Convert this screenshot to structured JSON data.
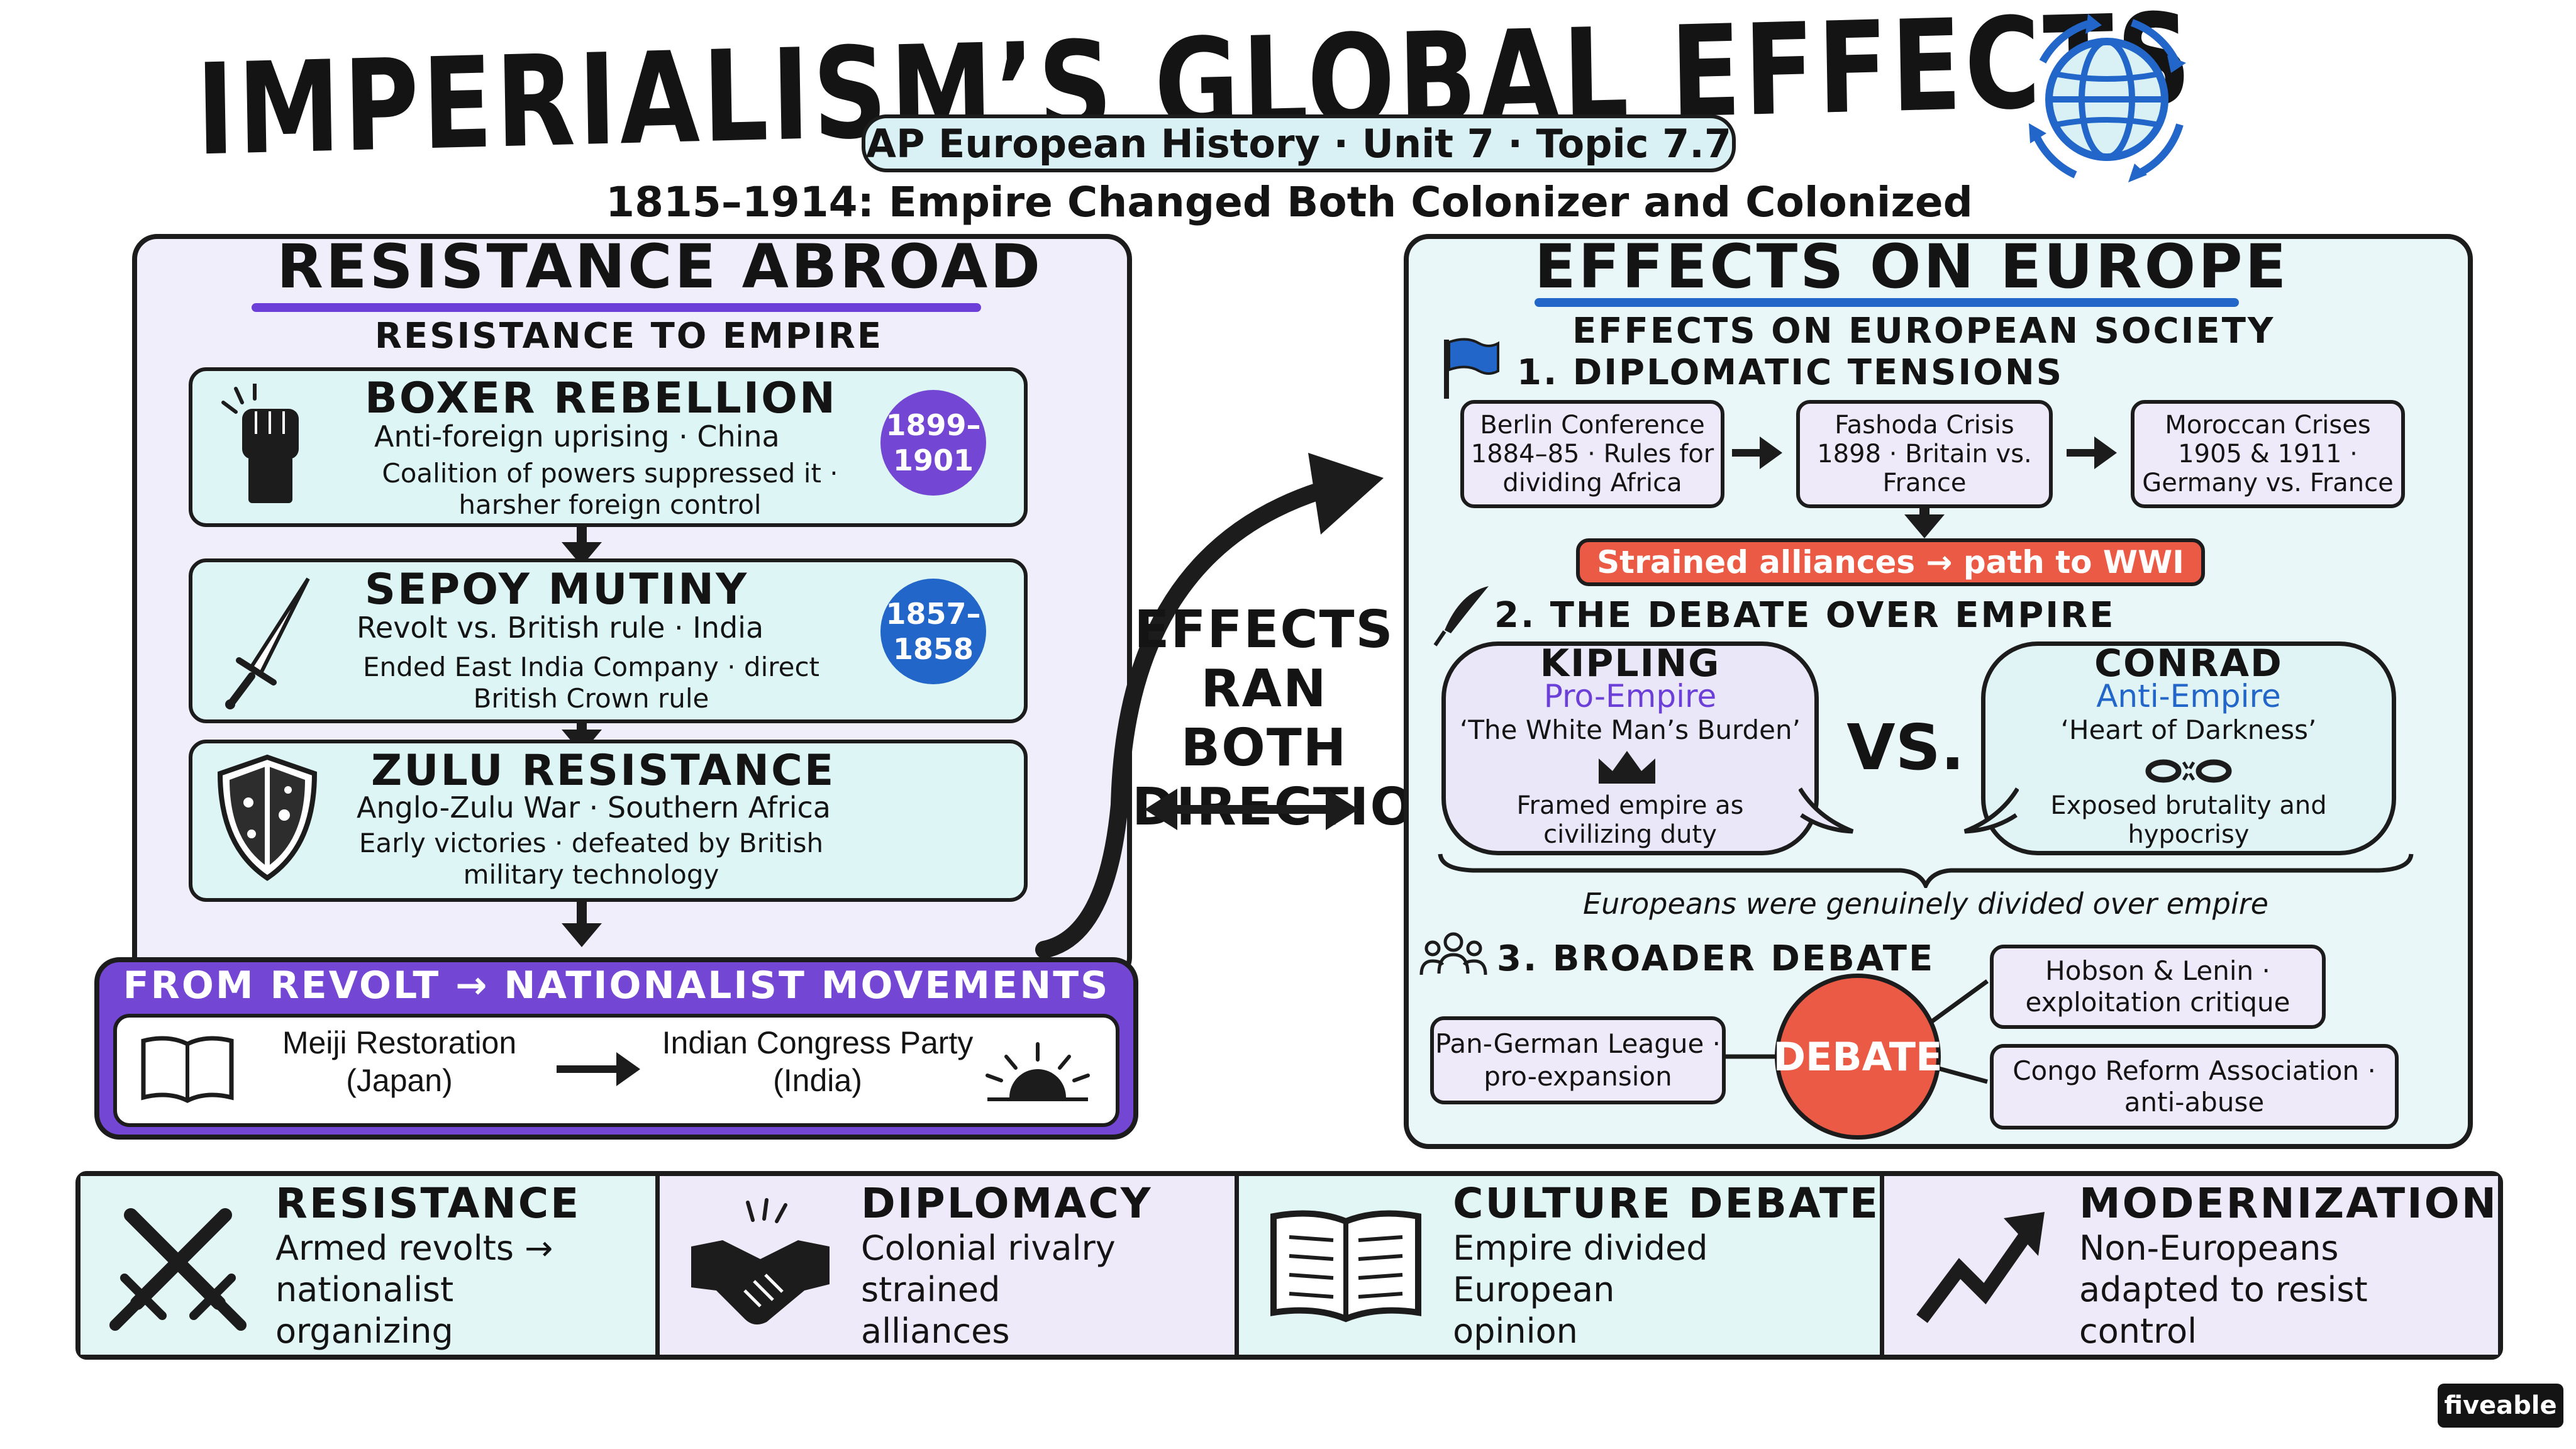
{
  "header": {
    "title": "IMPERIALISM’S GLOBAL EFFECTS",
    "course": "AP European History · Unit 7 · Topic 7.7",
    "tagline": "1815–1914: Empire Changed Both Colonizer and Colonized"
  },
  "left": {
    "title": "RESISTANCE ABROAD",
    "heading": "RESISTANCE TO EMPIRE",
    "events": [
      {
        "name": "BOXER REBELLION",
        "sub": "Anti-foreign uprising · China",
        "note": "Coalition of powers suppressed it · harsher foreign control",
        "date": "1899–1901",
        "icon": "raised-fist-icon"
      },
      {
        "name": "SEPOY MUTINY",
        "sub": "Revolt vs. British rule · India",
        "note": "Ended East India Company · direct British Crown rule",
        "date": "1857–1858",
        "icon": "sword-icon"
      },
      {
        "name": "ZULU RESISTANCE",
        "sub": "Anglo-Zulu War · Southern Africa",
        "note": "Early victories · defeated by British military technology",
        "icon": "shield-icon"
      }
    ],
    "nationalist": {
      "title": "FROM REVOLT → NATIONALIST MOVEMENTS",
      "from": "Meiji Restoration (Japan)",
      "to": "Indian Congress Party (India)"
    }
  },
  "middle": {
    "label": "EFFECTS RAN BOTH DIRECTIONS"
  },
  "right": {
    "title": "EFFECTS ON EUROPE",
    "heading": "EFFECTS ON EUROPEAN SOCIETY",
    "s1": {
      "title": "1. DIPLOMATIC TENSIONS",
      "boxes": [
        "Berlin Conference 1884–85 · Rules for dividing Africa",
        "Fashoda Crisis 1898 · Britain vs. France",
        "Moroccan Crises 1905 & 1911 · Germany vs. France"
      ],
      "result": "Strained alliances → path to WWI"
    },
    "s2": {
      "title": "2. THE DEBATE OVER EMPIRE",
      "kipling": {
        "name": "KIPLING",
        "stance": "Pro-Empire",
        "work": "‘The White Man’s Burden’",
        "note": "Framed empire as civilizing duty"
      },
      "vs": "VS.",
      "conrad": {
        "name": "CONRAD",
        "stance": "Anti-Empire",
        "work": "‘Heart of Darkness’",
        "note": "Exposed brutality and hypocrisy"
      },
      "summary": "Europeans were genuinely divided over empire"
    },
    "s3": {
      "title": "3. BROADER DEBATE",
      "center": "DEBATE",
      "left": "Pan-German League · pro-expansion",
      "top_right": "Hobson & Lenin · exploitation critique",
      "bottom_right": "Congo Reform Association · anti-abuse"
    }
  },
  "bottom": [
    {
      "title": "RESISTANCE",
      "desc": "Armed revolts → nationalist organizing",
      "icon": "crossed-swords-icon"
    },
    {
      "title": "DIPLOMACY",
      "desc": "Colonial rivalry strained alliances",
      "icon": "handshake-icon"
    },
    {
      "title": "CULTURE DEBATE",
      "desc": "Empire divided European opinion",
      "icon": "open-book-icon"
    },
    {
      "title": "MODERNIZATION",
      "desc": "Non-Europeans adapted to resist control",
      "icon": "trend-up-arrow-icon"
    }
  ],
  "brand": "fiveable",
  "colors": {
    "purple": "#7446d4",
    "blue": "#2166c8",
    "red": "#ea5a45",
    "mint": "#def5f5",
    "lavender": "#efeaf9"
  }
}
